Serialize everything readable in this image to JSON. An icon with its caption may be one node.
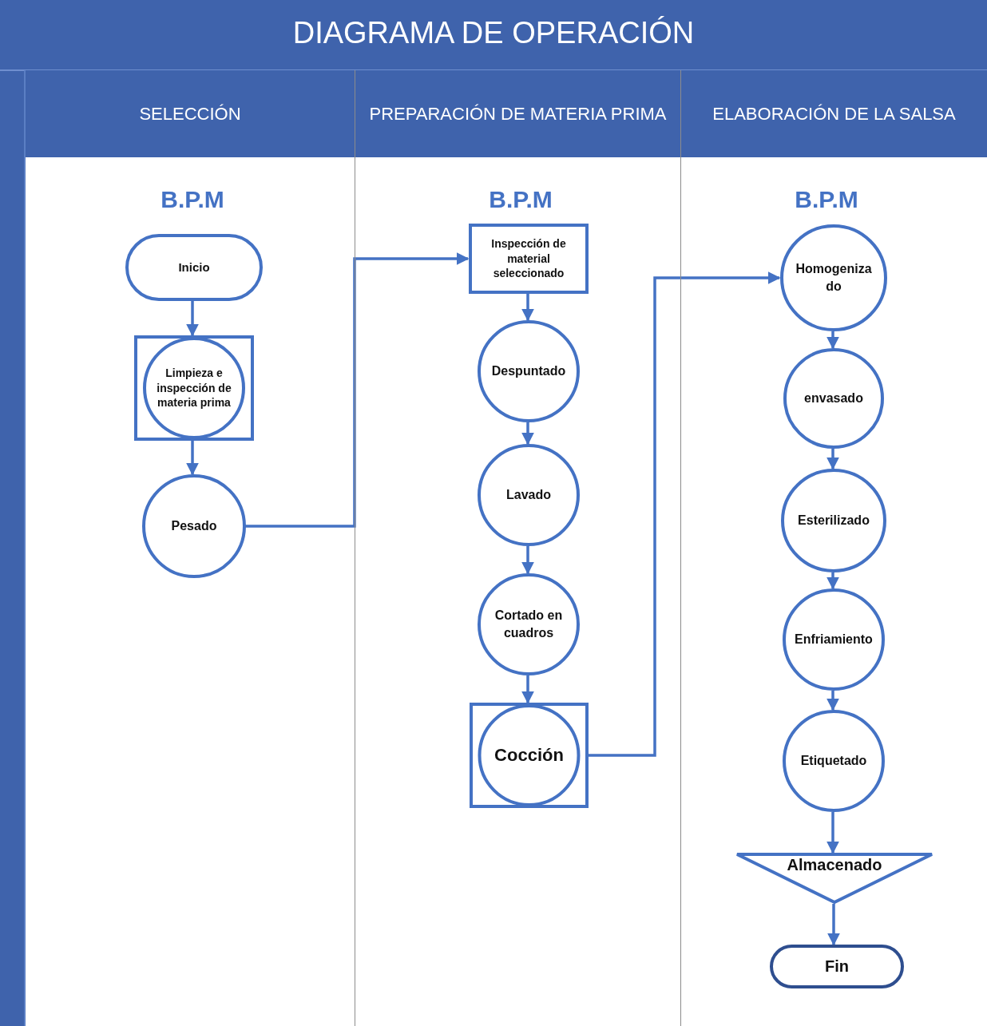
{
  "diagram": {
    "title": "DIAGRAMA DE OPERACIÓN",
    "nodes": [
      {
        "text": [
          "SELECCIÓN"
        ]
      },
      {
        "text": [
          "PREPARACIÓN DE MATERIA PRIMA"
        ]
      },
      {
        "text": [
          "ELABORACIÓN DE LA SALSA"
        ]
      },
      {
        "text": [
          "Inicio"
        ],
        "in": 0
      },
      {
        "text": [
          "Limpieza e inspección de materia prima"
        ],
        "in": 0
      },
      {
        "text": [
          "Pesado"
        ],
        "in": 0
      },
      {
        "text": [
          "Inspección de material seleccionado"
        ],
        "in": 1
      },
      {
        "text": [
          "Despuntado"
        ],
        "in": 1
      },
      {
        "text": [
          "Lavado"
        ],
        "in": 1
      },
      {
        "text": [
          "Cortado en cuadros"
        ],
        "in": 1
      },
      {
        "text": [
          "Cocción"
        ],
        "in": 1
      },
      {
        "text": [
          "Homogenizado"
        ],
        "in": 2
      },
      {
        "text": [
          "envasado"
        ],
        "in": 2
      },
      {
        "text": [
          "Esterilizado"
        ],
        "in": 2
      },
      {
        "text": [
          "Enfriamiento"
        ],
        "in": 2
      },
      {
        "text": [
          "Etiquetado"
        ],
        "in": 2
      },
      {
        "text": [
          "Almacenado"
        ],
        "in": 2
      },
      {
        "text": [
          "Fin"
        ],
        "in": 2
      }
    ],
    "edges": [
      {
        "from": 3,
        "to": 4,
        "arrow": "to"
      },
      {
        "from": 4,
        "to": 5,
        "arrow": "to"
      },
      {
        "from": 5,
        "to": 6,
        "arrow": "to"
      },
      {
        "from": 6,
        "to": 7,
        "arrow": "to"
      },
      {
        "from": 7,
        "to": 8,
        "arrow": "to"
      },
      {
        "from": 8,
        "to": 9,
        "arrow": "to"
      },
      {
        "from": 9,
        "to": 10,
        "arrow": "to"
      },
      {
        "from": 10,
        "to": 11,
        "arrow": "to"
      },
      {
        "from": 11,
        "to": 12,
        "arrow": "to"
      },
      {
        "from": 12,
        "to": 13,
        "arrow": "to"
      },
      {
        "from": 13,
        "to": 14,
        "arrow": "to"
      },
      {
        "from": 14,
        "to": 15,
        "arrow": "to"
      },
      {
        "from": 15,
        "to": 16,
        "arrow": "to"
      },
      {
        "from": 16,
        "to": 17,
        "arrow": "to"
      }
    ],
    "labels": [
      "B.P.M",
      "B.P.M",
      "B.P.M"
    ]
  }
}
